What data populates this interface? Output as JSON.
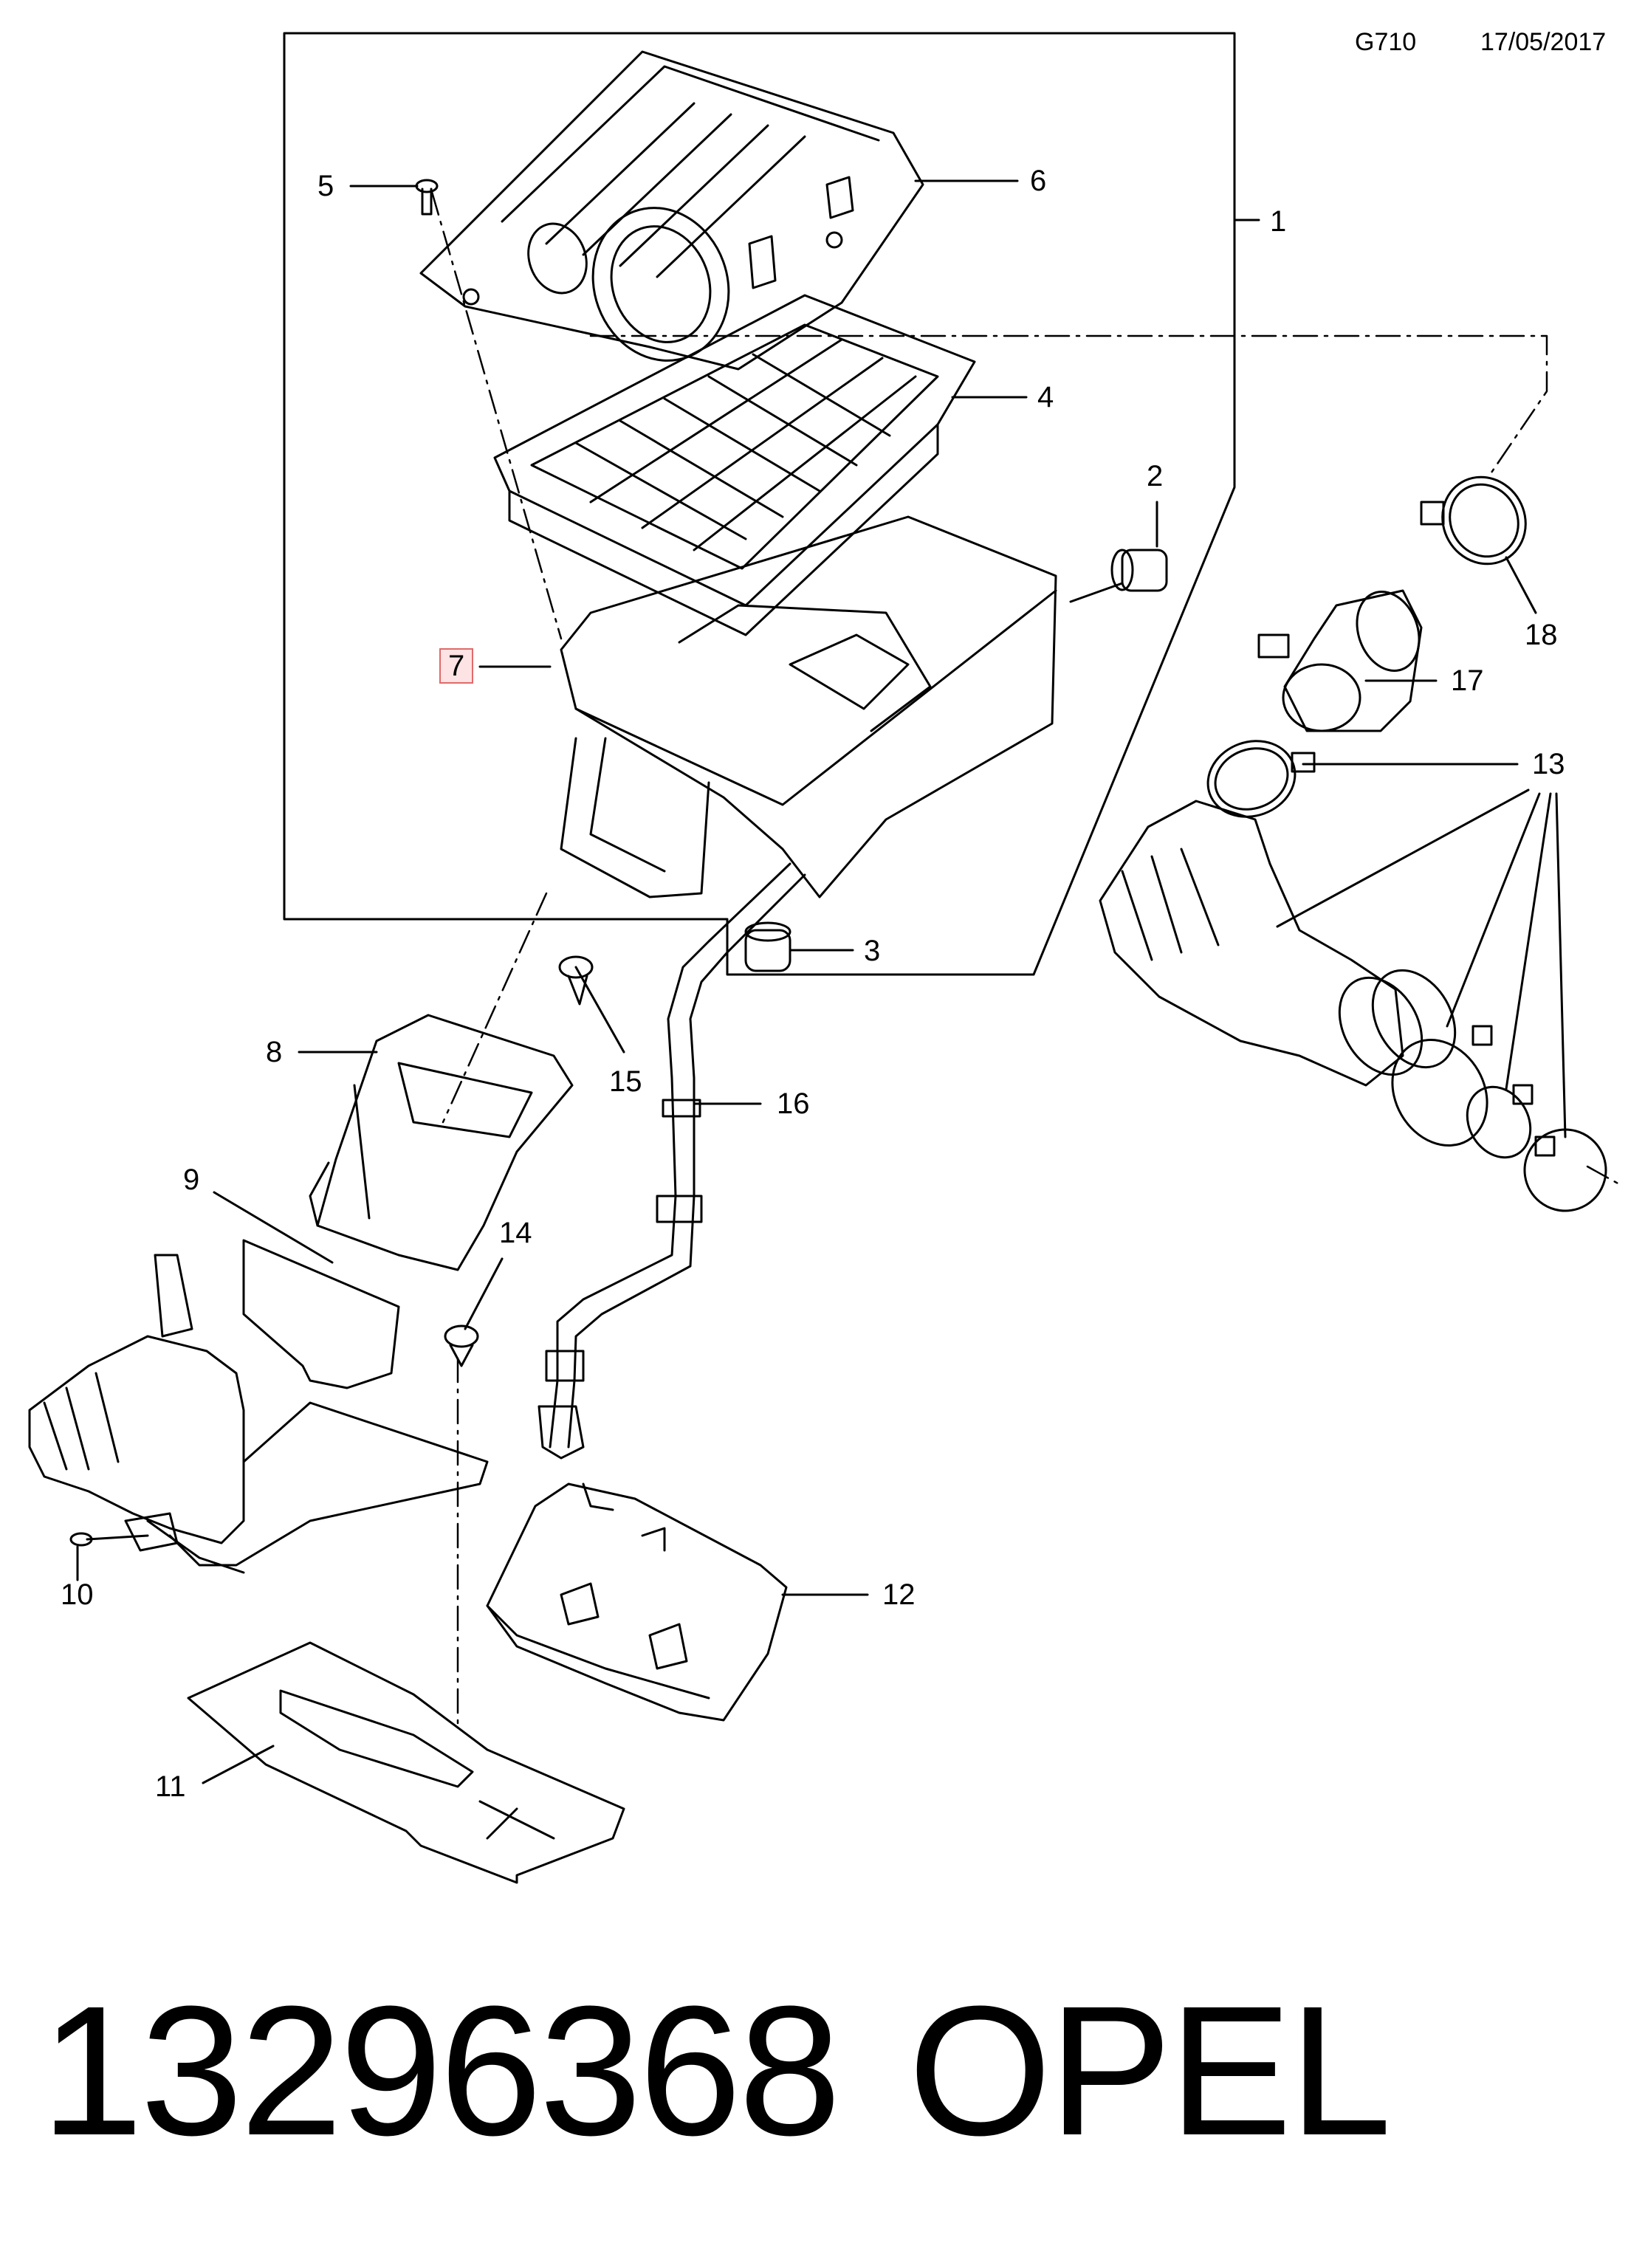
{
  "header": {
    "code": "G710",
    "date": "17/05/2017"
  },
  "callouts": {
    "c1": "1",
    "c2": "2",
    "c3": "3",
    "c4": "4",
    "c5": "5",
    "c6": "6",
    "c7": "7",
    "c8": "8",
    "c9": "9",
    "c10": "10",
    "c11": "11",
    "c12": "12",
    "c13": "13",
    "c14": "14",
    "c15": "15",
    "c16": "16",
    "c17": "17",
    "c18": "18"
  },
  "highlighted_callout": "7",
  "footer": {
    "part_number": "13296368",
    "brand": "OPEL"
  }
}
